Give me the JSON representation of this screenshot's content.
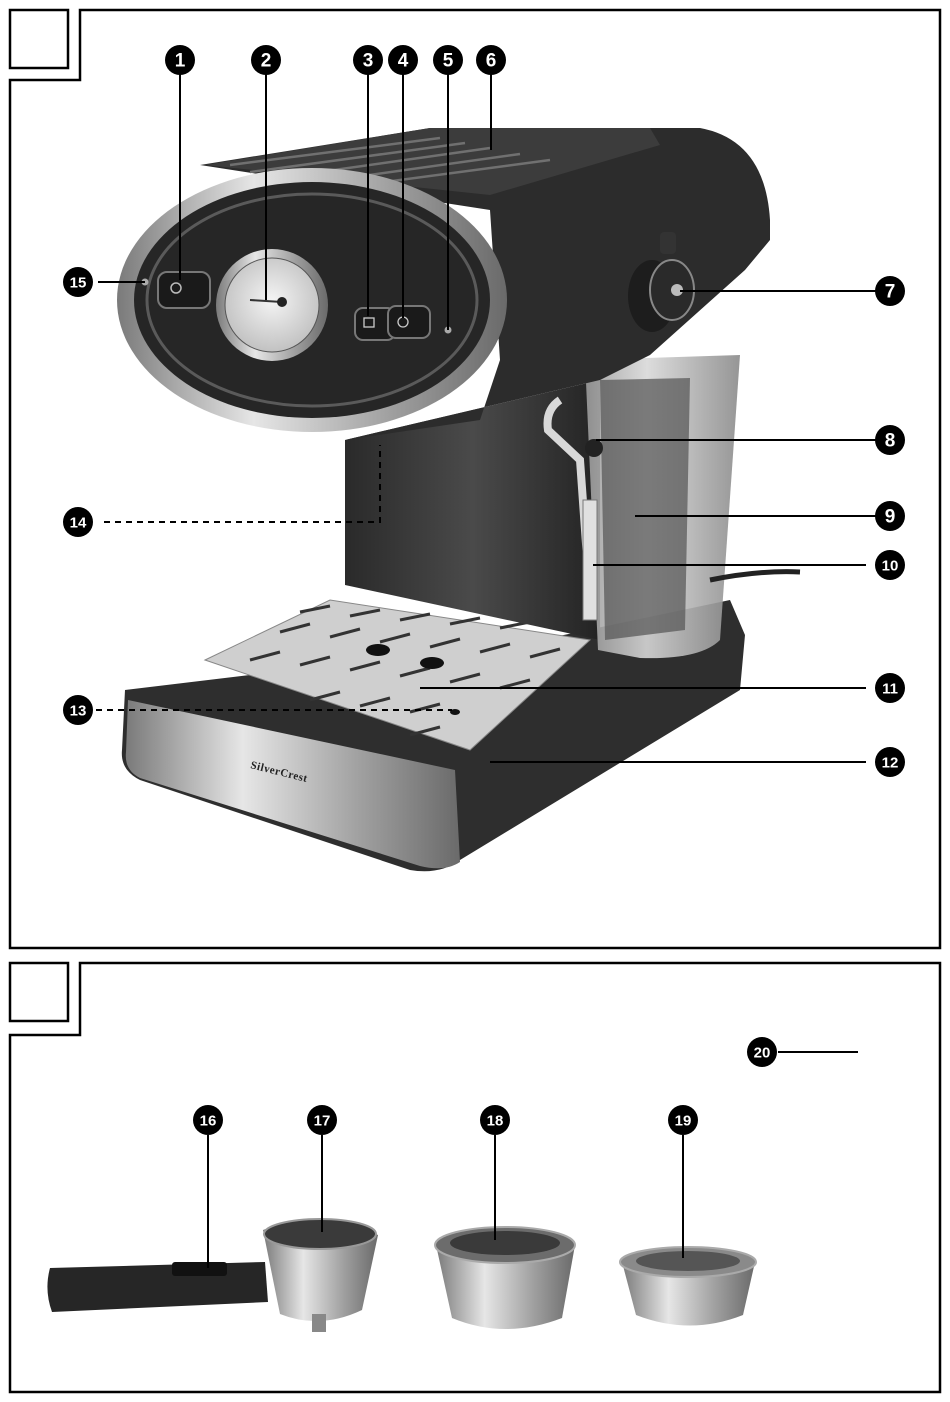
{
  "brand": "SilverCrest",
  "figure_top": {
    "callouts": [
      {
        "n": "1"
      },
      {
        "n": "2"
      },
      {
        "n": "3"
      },
      {
        "n": "4"
      },
      {
        "n": "5"
      },
      {
        "n": "6"
      },
      {
        "n": "7"
      },
      {
        "n": "8"
      },
      {
        "n": "9"
      },
      {
        "n": "10"
      },
      {
        "n": "11"
      },
      {
        "n": "12"
      },
      {
        "n": "13"
      },
      {
        "n": "14"
      },
      {
        "n": "15"
      }
    ]
  },
  "figure_bottom": {
    "callouts": [
      {
        "n": "16"
      },
      {
        "n": "17"
      },
      {
        "n": "18"
      },
      {
        "n": "19"
      },
      {
        "n": "20"
      }
    ]
  },
  "colors": {
    "body": "#3a3a3a",
    "steel": "#b8b8b8",
    "frame": "#000000"
  }
}
